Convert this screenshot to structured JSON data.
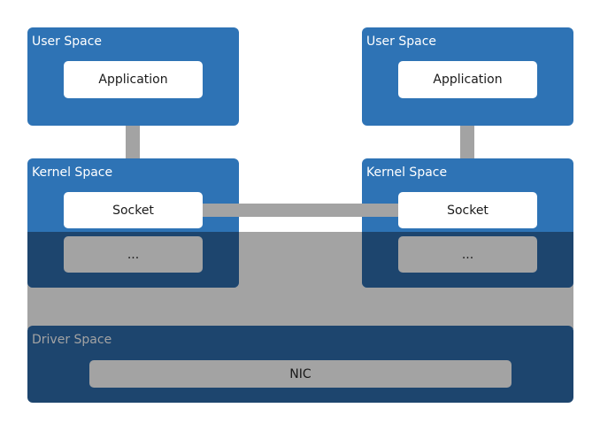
{
  "colors": {
    "panel_blue": "#2e73b5",
    "panel_dark": "#1d456e",
    "connector_grey": "#a3a3a3",
    "box_white": "#ffffff"
  },
  "left": {
    "user_space": {
      "title": "User Space",
      "application": "Application"
    },
    "kernel_space": {
      "title": "Kernel Space",
      "socket": "Socket",
      "ellipsis": "..."
    }
  },
  "right": {
    "user_space": {
      "title": "User Space",
      "application": "Application"
    },
    "kernel_space": {
      "title": "Kernel Space",
      "socket": "Socket",
      "ellipsis": "..."
    }
  },
  "driver_space": {
    "title": "Driver Space",
    "nic": "NIC"
  }
}
